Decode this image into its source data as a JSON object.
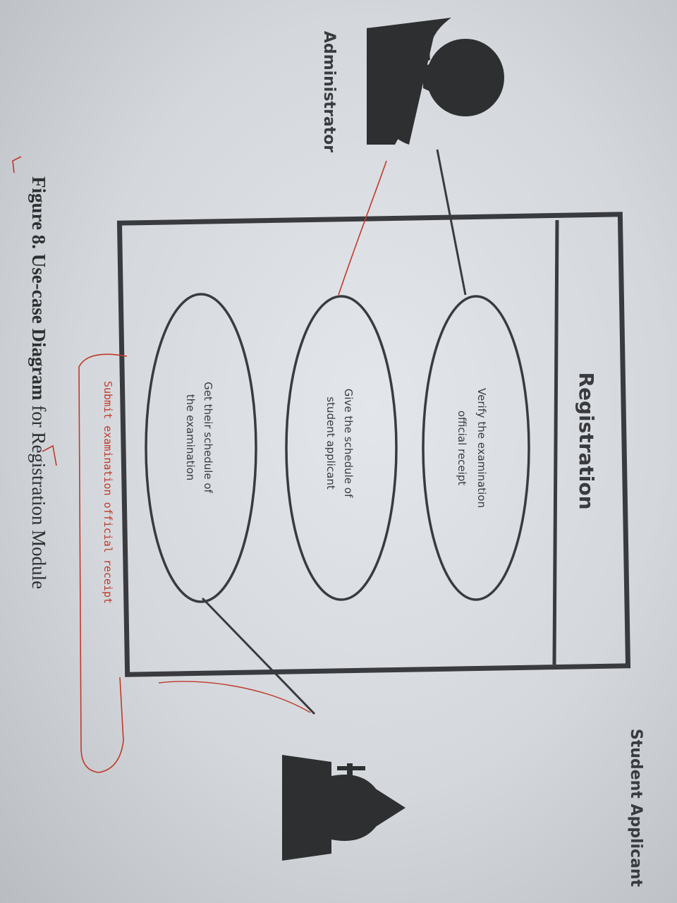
{
  "diagram": {
    "system_title": "Registration",
    "actors": {
      "administrator": "Administrator",
      "student_applicant": "Student Applicant"
    },
    "use_cases": [
      {
        "line1": "Verify the examination",
        "line2": "official receipt"
      },
      {
        "line1": "Give the schedule of",
        "line2": "student applicant"
      },
      {
        "line1": "Get their schedule of",
        "line2": "the examination"
      }
    ],
    "caption": {
      "figure": "Figure 8.",
      "rest1": " Use-case ",
      "highlighted": "Diagram",
      "rest2": " for Registration Module"
    },
    "annotation": "Submit examination official receipt"
  },
  "colors": {
    "ink": "#3a3b3e",
    "pen": "#c0392b",
    "paper": "#dfe2e6"
  }
}
